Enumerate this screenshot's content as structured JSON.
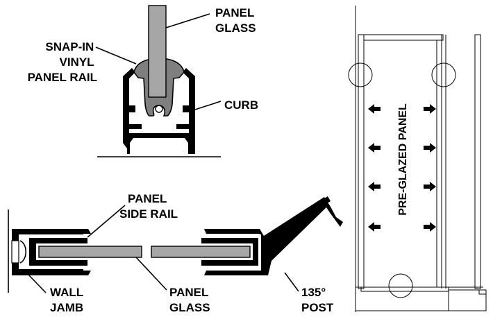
{
  "labels": {
    "panel_glass_top_1": "PANEL",
    "panel_glass_top_2": "GLASS",
    "snap_in_1": "SNAP-IN",
    "snap_in_2": "VINYL",
    "snap_in_3": "PANEL RAIL",
    "curb": "CURB",
    "panel_side_rail_1": "PANEL",
    "panel_side_rail_2": "SIDE RAIL",
    "wall_jamb_1": "WALL",
    "wall_jamb_2": "JAMB",
    "panel_glass_bottom_1": "PANEL",
    "panel_glass_bottom_2": "GLASS",
    "post_1": "135°",
    "post_2": "POST",
    "pre_glazed": "PRE-GLAZED PANEL"
  },
  "colors": {
    "outline": "#000000",
    "glass": "#a6a6a6",
    "vinyl": "#7f7f7f",
    "background": "#ffffff"
  }
}
